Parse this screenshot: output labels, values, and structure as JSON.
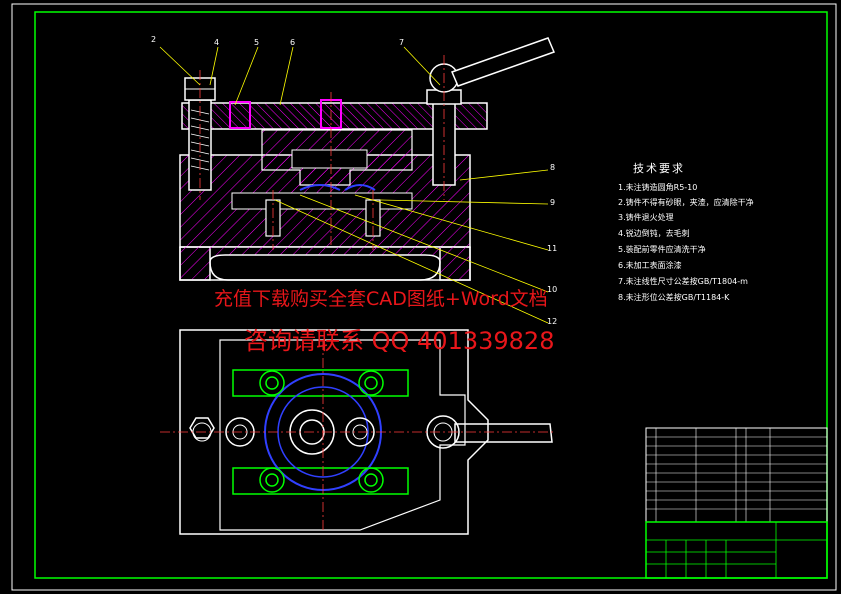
{
  "balloons": [
    "2",
    "4",
    "5",
    "6",
    "7",
    "8",
    "9",
    "10",
    "11",
    "12"
  ],
  "technical_requirements": {
    "title": "技术要求",
    "items": [
      "1.未注铸造圆角R5-10",
      "2.铸件不得有砂眼，夹渣，应清除干净",
      "3.铸件退火处理",
      "4.锐边倒钝，去毛刺",
      "5.装配前零件应清洗干净",
      "6.未加工表面涂漆",
      "7.未注线性尺寸公差按GB/T1804-m",
      "8.未注形位公差按GB/T1184-K"
    ]
  },
  "watermark": {
    "line1": "充值下载购买全套CAD图纸+Word文档",
    "line2": "咨询请联系  QQ 401339828"
  },
  "colors": {
    "background": "#000000",
    "frame": "#ffffff",
    "title_block": "#00ff00",
    "hatch": "#ff00ff",
    "leader": "#ffff00",
    "center_line": "#ff3b3b",
    "watermark": "#e8161a",
    "hidden": "#0000ff"
  }
}
